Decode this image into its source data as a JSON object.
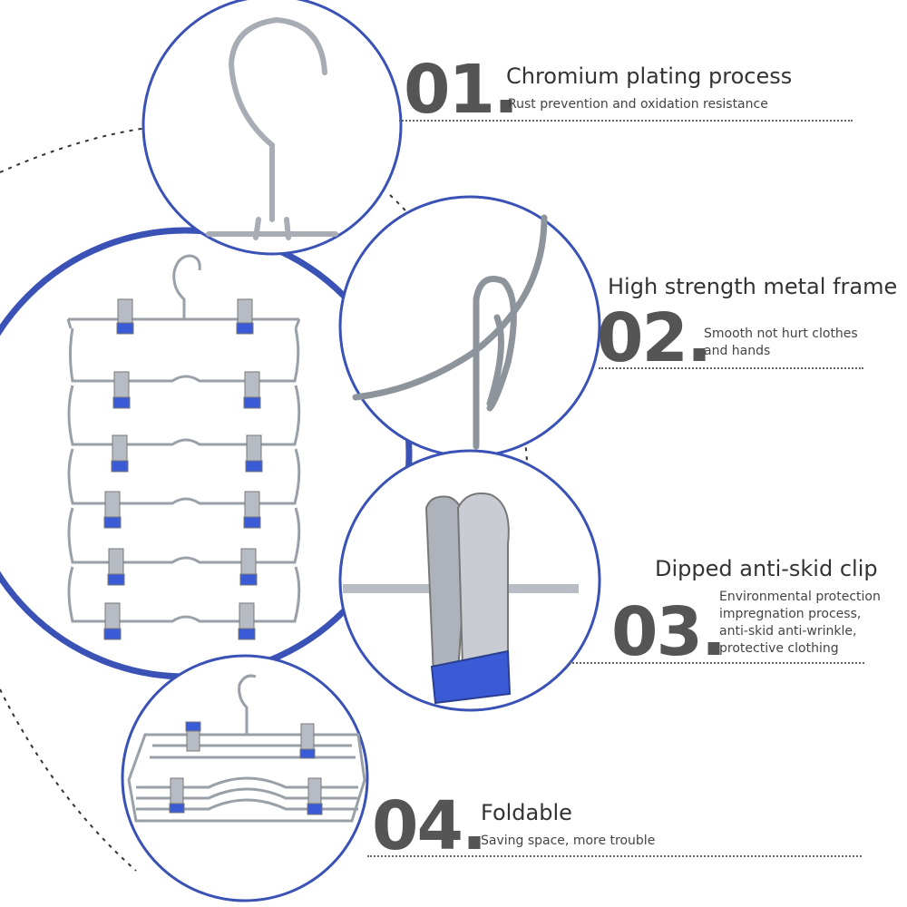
{
  "colors": {
    "ring_blue": "#3a52b5",
    "clip_blue": "#3b5bd6",
    "chrome": "#9aa0a8",
    "text": "#333333"
  },
  "features": [
    {
      "number": "01.",
      "title": "Chromium plating process",
      "description": "Rust prevention and oxidation resistance"
    },
    {
      "number": "02.",
      "title": "High strength metal frame",
      "description": "Smooth not hurt clothes and hands"
    },
    {
      "number": "03.",
      "title": "Dipped anti-skid clip",
      "description": "Environmental protection impregnation process, anti-skid anti-wrinkle, protective clothing"
    },
    {
      "number": "04.",
      "title": "Foldable",
      "description": "Saving space, more trouble"
    }
  ]
}
